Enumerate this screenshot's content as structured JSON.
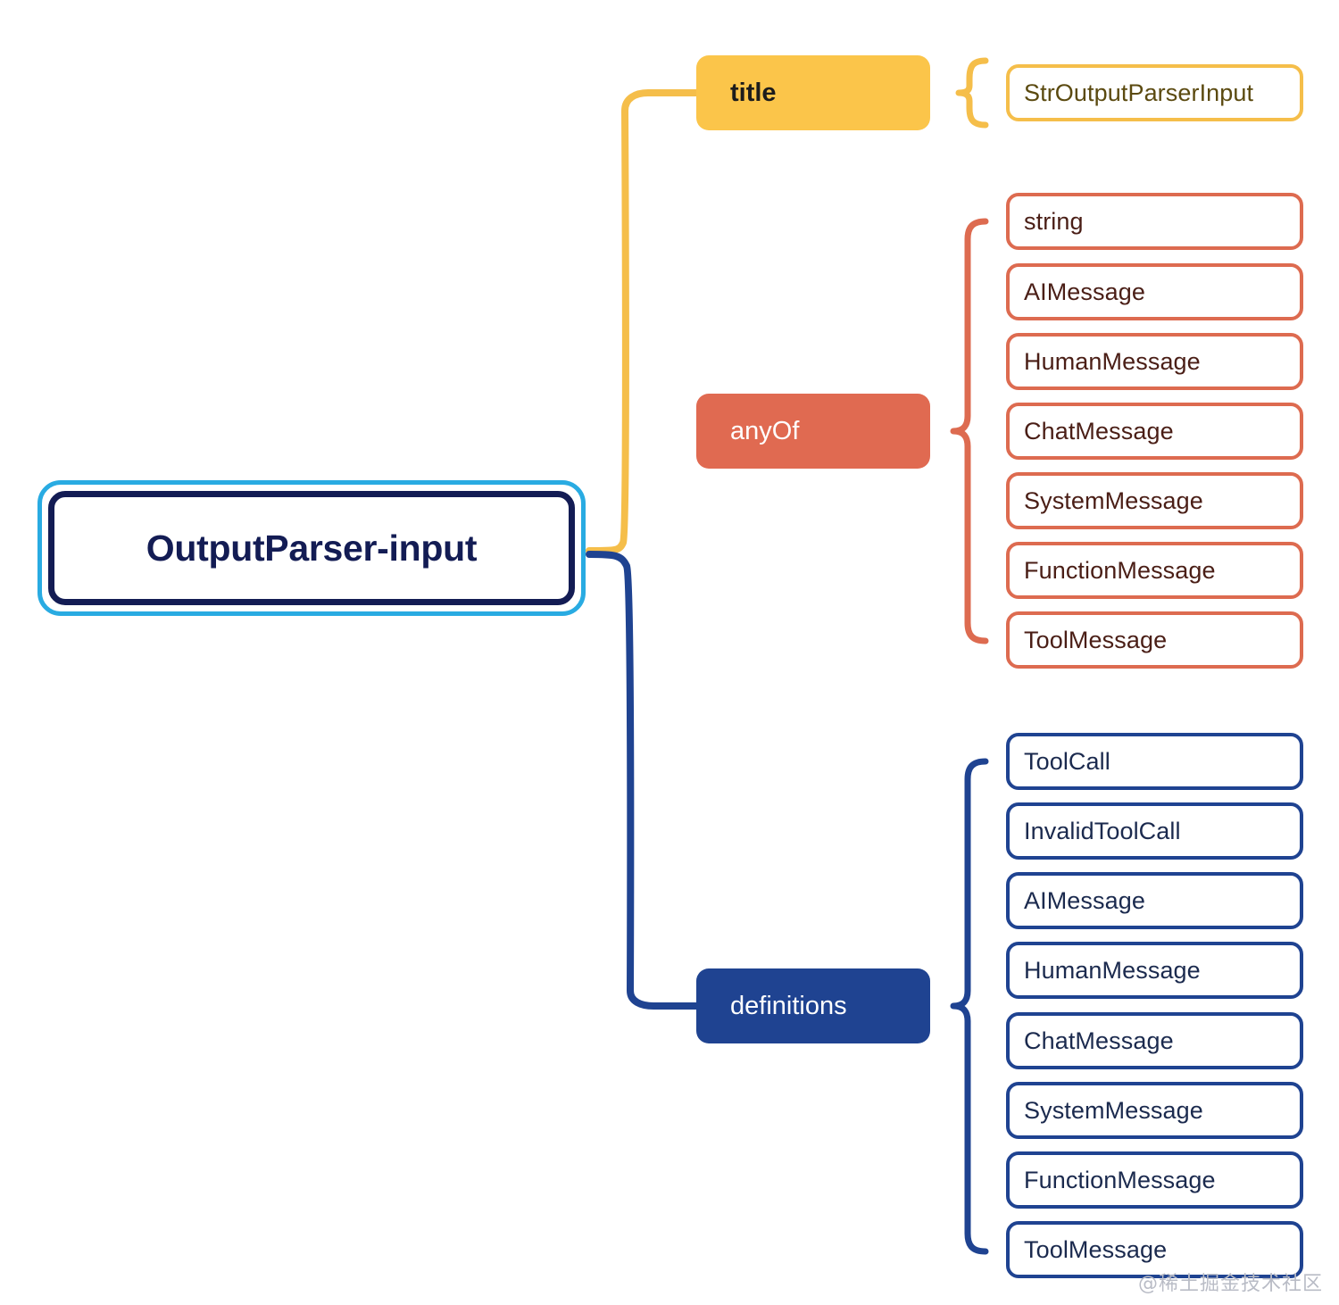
{
  "diagram": {
    "type": "mindmap",
    "title": "OutputParser-input schema mindmap",
    "root": {
      "label": "OutputParser-input",
      "outer_border_color": "#29ABE2",
      "inner_border_color": "#131C54",
      "text_color": "#131C54"
    },
    "branches": [
      {
        "id": "title",
        "label": "title",
        "fill": "#FBC54A",
        "text_color": "#1c1c1c",
        "connector_color": "#F5BE4A",
        "leaf_border": "#F5BE4A",
        "leaf_text": "#5B4A10",
        "leaves": [
          {
            "label": "StrOutputParserInput"
          }
        ]
      },
      {
        "id": "anyOf",
        "label": "anyOf",
        "fill": "#E06A51",
        "text_color": "#ffffff",
        "connector_color": "#DD6B50",
        "leaf_border": "#DD6B50",
        "leaf_text": "#4A1E16",
        "leaves": [
          {
            "label": "string"
          },
          {
            "label": "AIMessage"
          },
          {
            "label": "HumanMessage"
          },
          {
            "label": "ChatMessage"
          },
          {
            "label": "SystemMessage"
          },
          {
            "label": "FunctionMessage"
          },
          {
            "label": "ToolMessage"
          }
        ]
      },
      {
        "id": "definitions",
        "label": "definitions",
        "fill": "#1F4391",
        "text_color": "#ffffff",
        "connector_color": "#1F4391",
        "leaf_border": "#1F4391",
        "leaf_text": "#1B2A4E",
        "leaves": [
          {
            "label": "ToolCall"
          },
          {
            "label": "InvalidToolCall"
          },
          {
            "label": "AIMessage"
          },
          {
            "label": "HumanMessage"
          },
          {
            "label": "ChatMessage"
          },
          {
            "label": "SystemMessage"
          },
          {
            "label": "FunctionMessage"
          },
          {
            "label": "ToolMessage"
          }
        ]
      }
    ]
  },
  "watermark": {
    "text": "@稀土掘金技术社区"
  }
}
